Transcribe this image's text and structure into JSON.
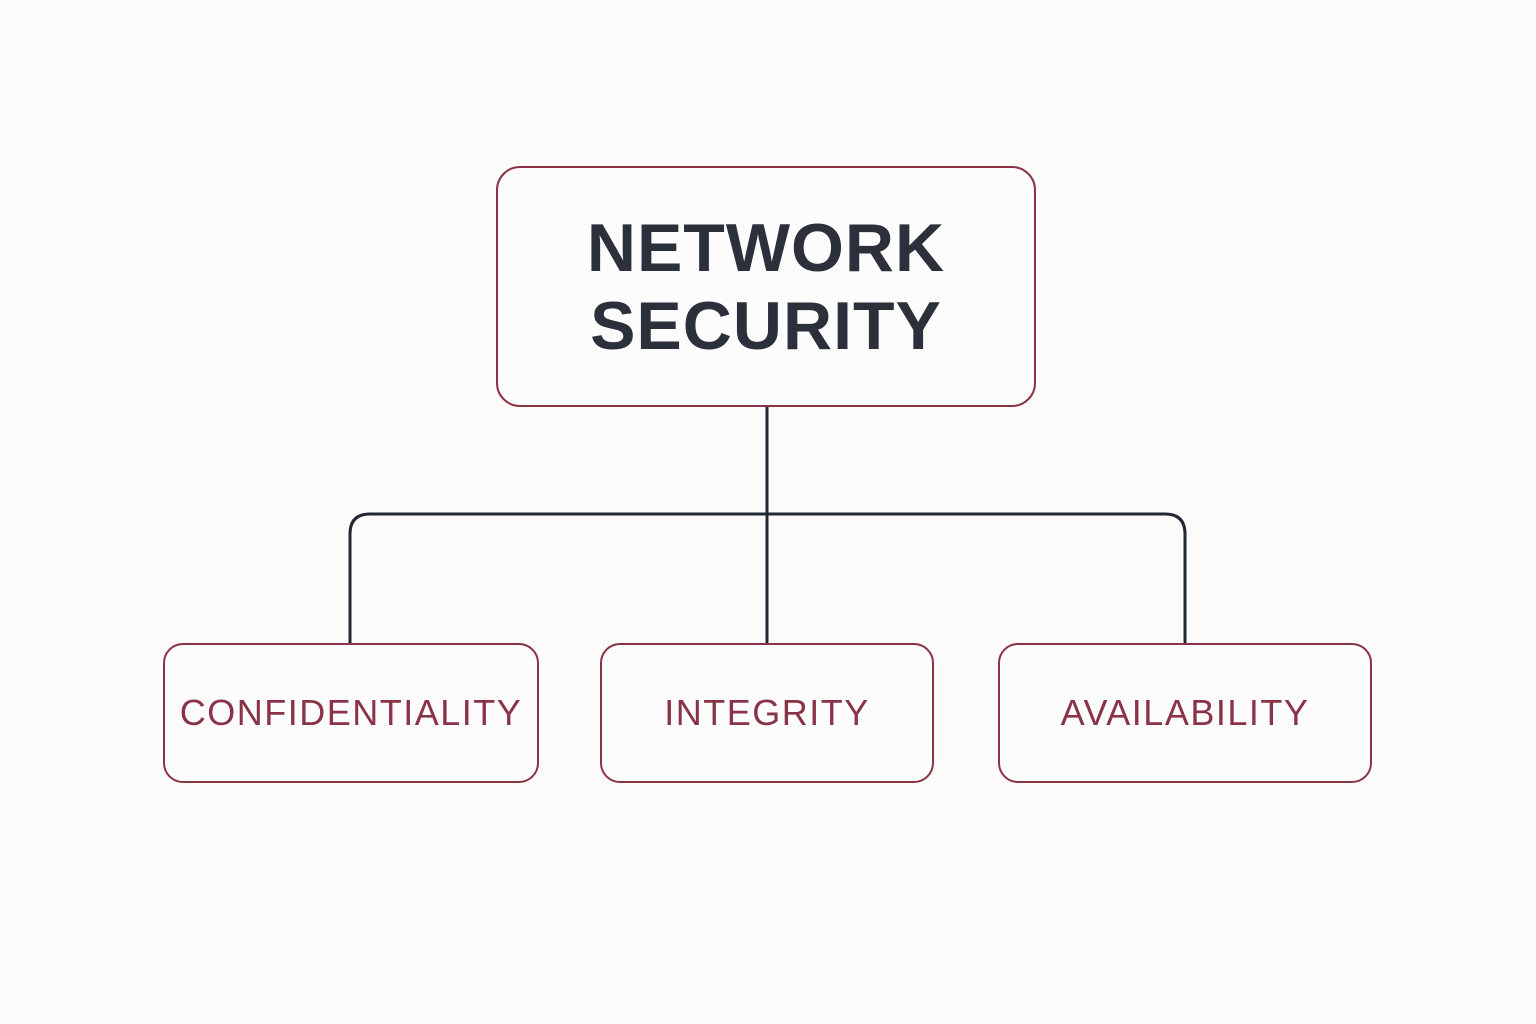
{
  "diagram": {
    "title": "Network Security CIA Triad",
    "root": {
      "label": "NETWORK\nSECURITY"
    },
    "children": [
      {
        "label": "CONFIDENTIALITY"
      },
      {
        "label": "INTEGRITY"
      },
      {
        "label": "AVAILABILITY"
      }
    ],
    "colors": {
      "background": "#fcfbfa",
      "box_border": "#8a3346",
      "root_text": "#2b303b",
      "child_text": "#8a3346",
      "connector": "#222833"
    }
  }
}
